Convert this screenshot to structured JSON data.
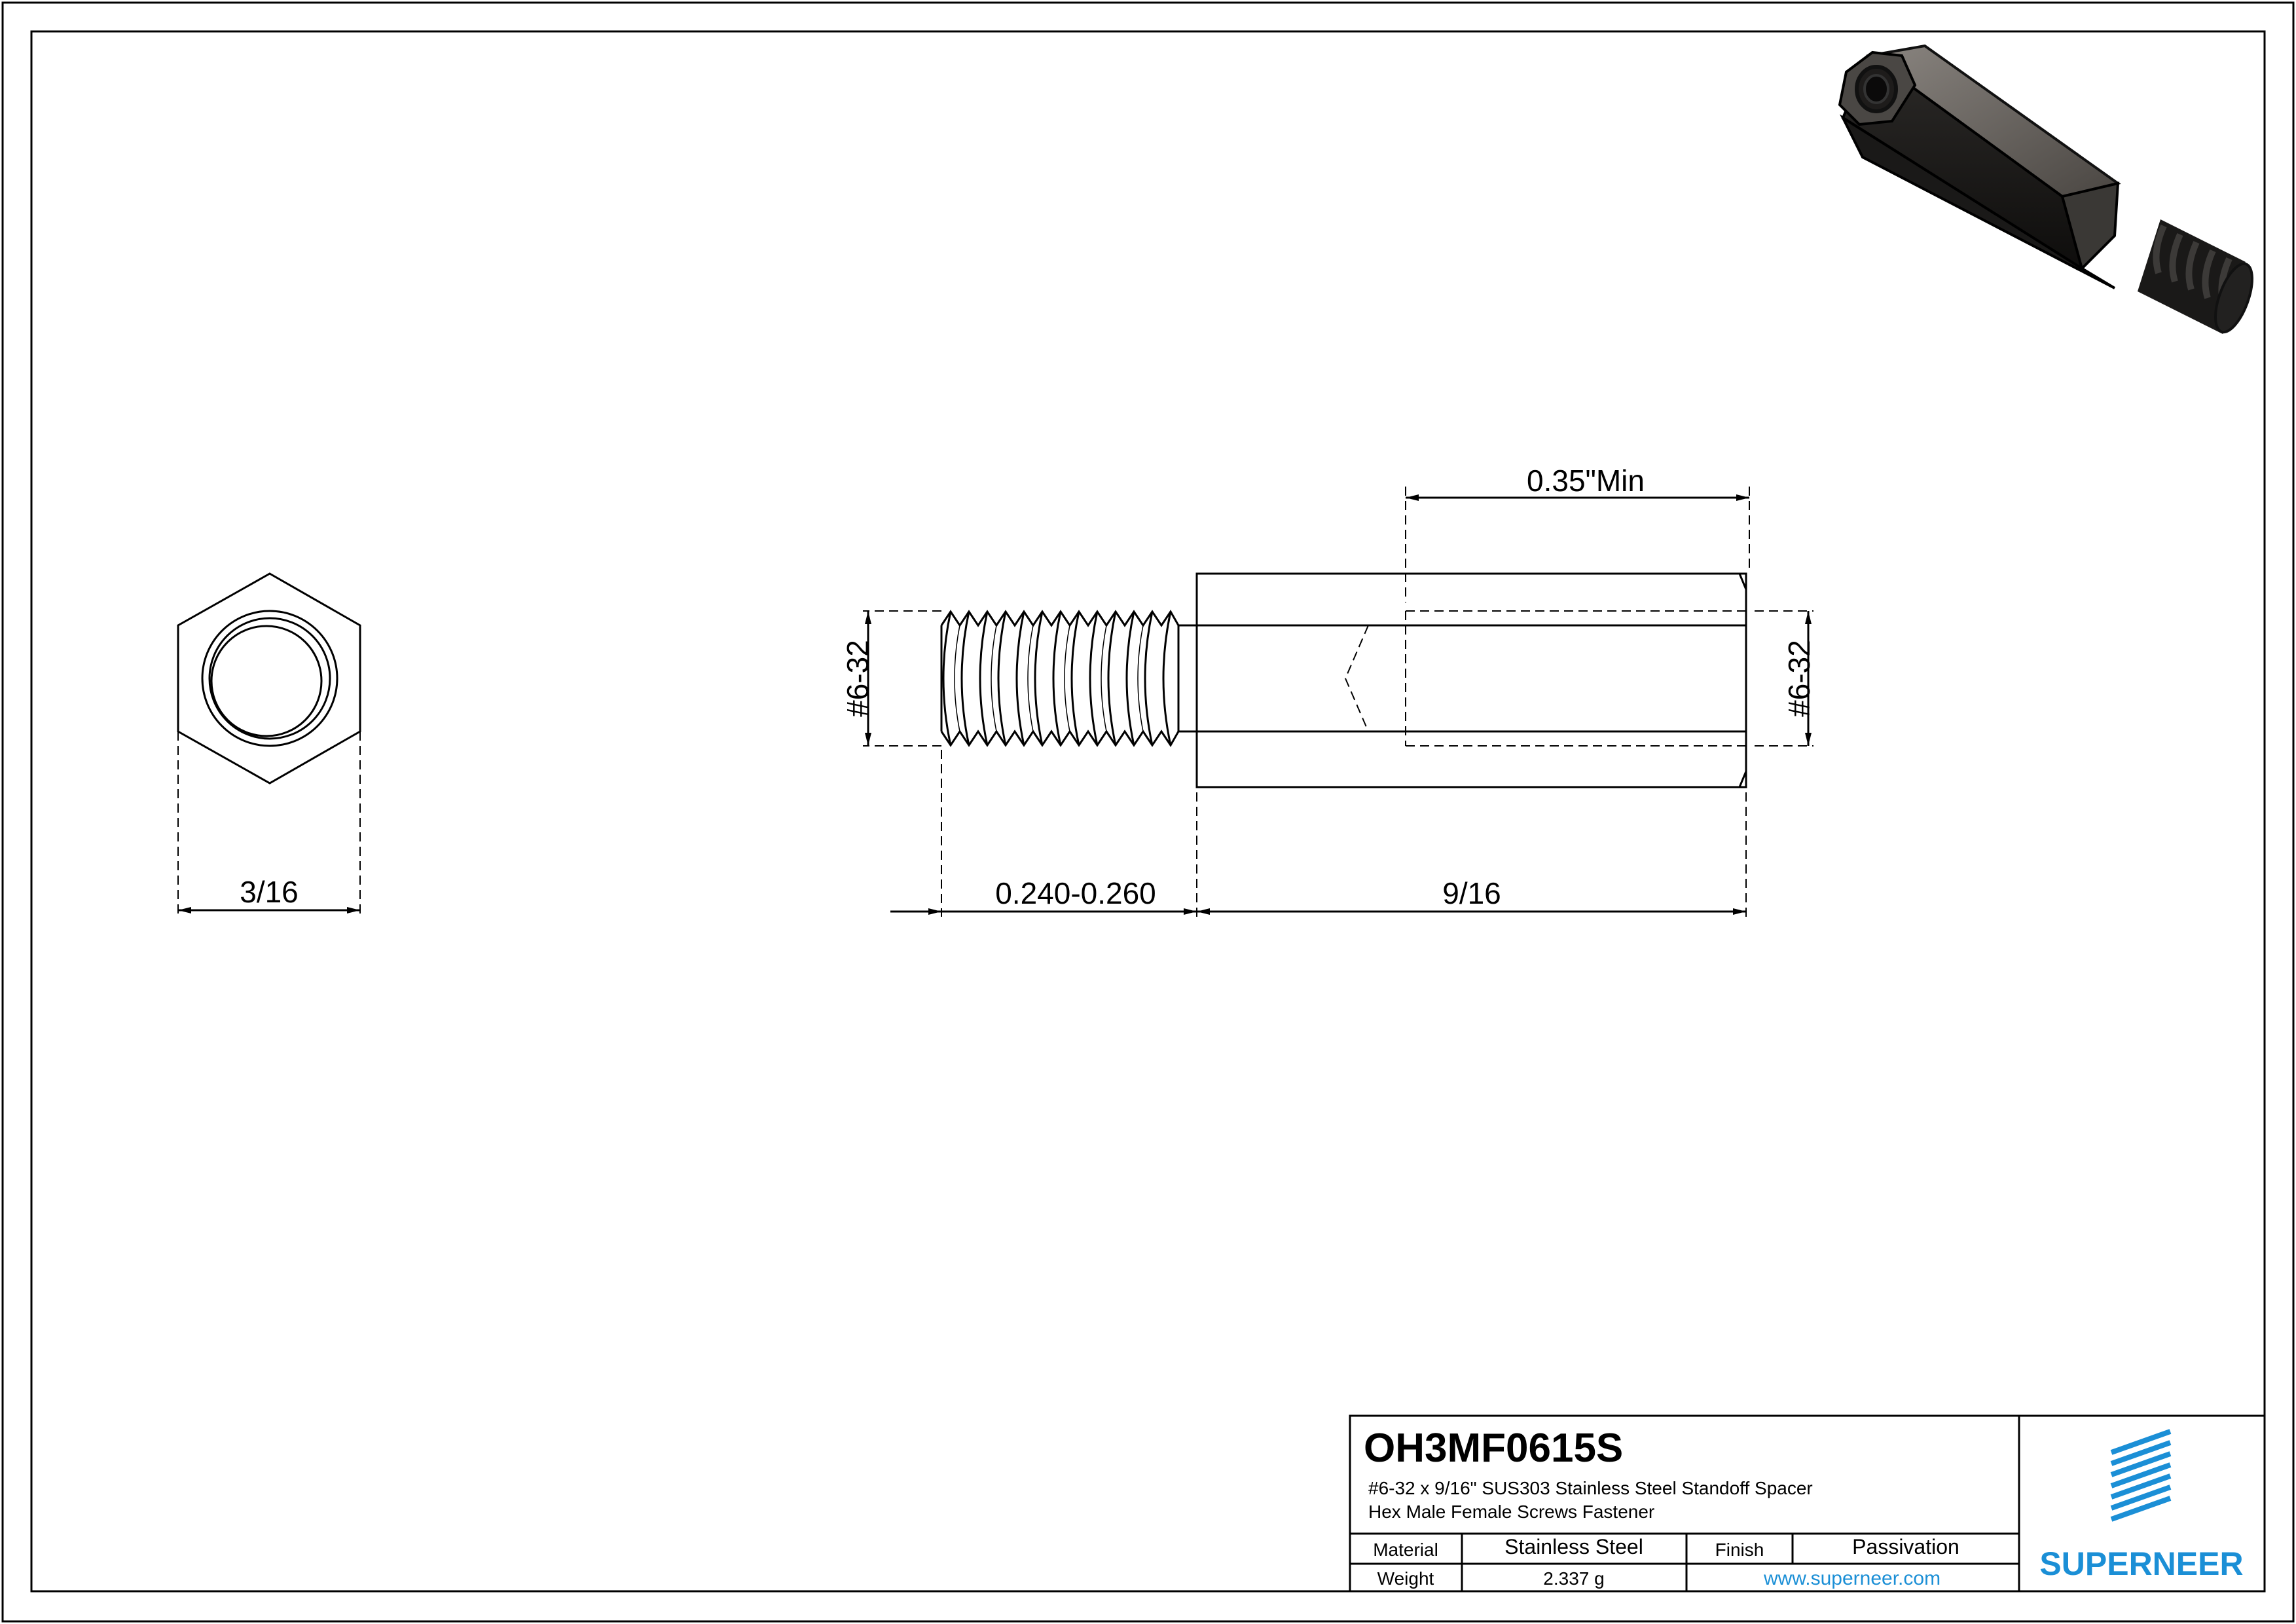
{
  "title_block": {
    "part_number": "OH3MF0615S",
    "description_line1": "#6-32 x 9/16\" SUS303 Stainless Steel Standoff Spacer",
    "description_line2": "Hex Male Female Screws Fastener",
    "material_label": "Material",
    "material_value": "Stainless Steel",
    "finish_label": "Finish",
    "finish_value": "Passivation",
    "weight_label": "Weight",
    "weight_value": "2.337 g",
    "website": "www.superneer.com",
    "brand": "SUPERNEER",
    "brand_color": "#1b8fd6"
  },
  "dimensions": {
    "hex_across_flats": "3/16",
    "male_thread_size": "#6-32",
    "female_thread_size": "#6-32",
    "thread_depth": "0.35\"Min",
    "male_length": "0.240-0.260",
    "body_length": "9/16"
  },
  "icons": {
    "logo": "superneer-stripes-logo",
    "render": "standoff-3d-render"
  }
}
